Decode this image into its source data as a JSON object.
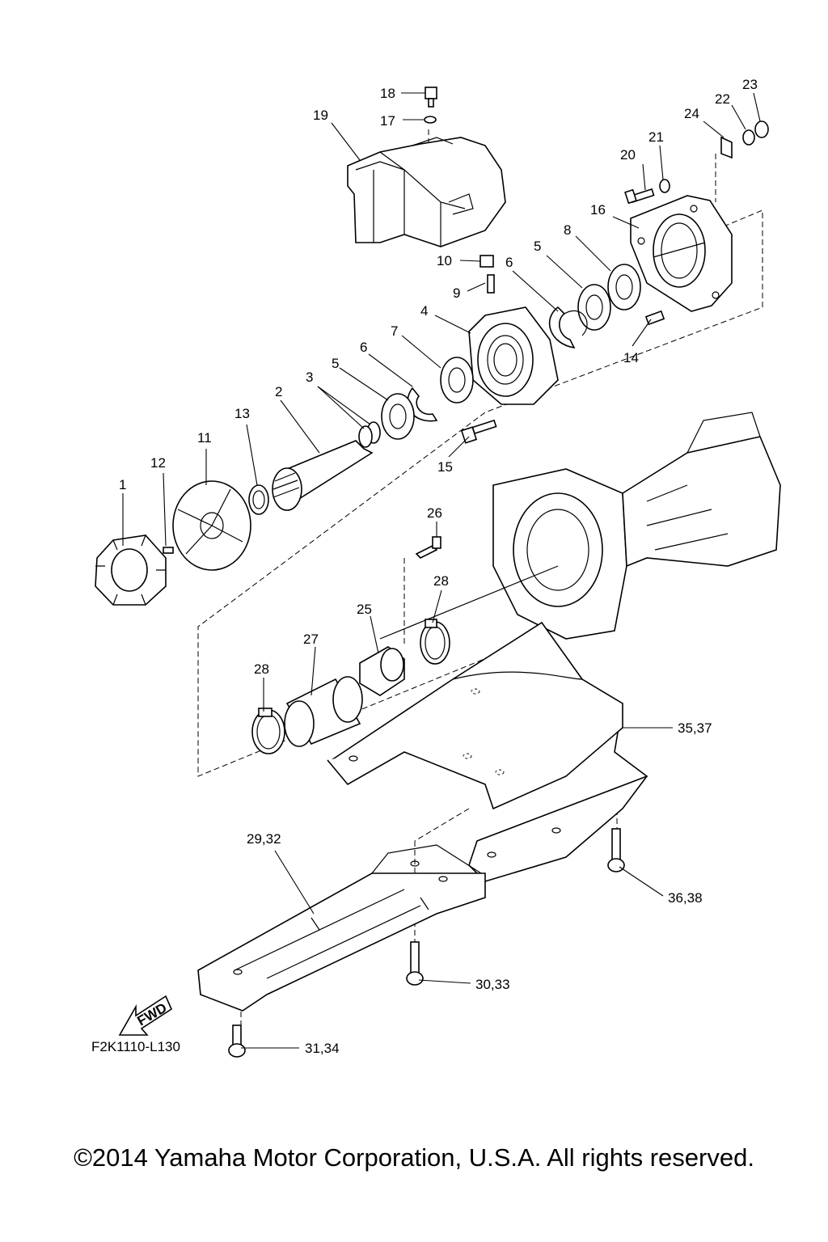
{
  "callouts": [
    {
      "id": "1",
      "text": "1"
    },
    {
      "id": "2",
      "text": "2"
    },
    {
      "id": "3",
      "text": "3"
    },
    {
      "id": "4",
      "text": "4"
    },
    {
      "id": "5a",
      "text": "5"
    },
    {
      "id": "5b",
      "text": "5"
    },
    {
      "id": "6a",
      "text": "6"
    },
    {
      "id": "6b",
      "text": "6"
    },
    {
      "id": "7",
      "text": "7"
    },
    {
      "id": "8",
      "text": "8"
    },
    {
      "id": "9",
      "text": "9"
    },
    {
      "id": "10",
      "text": "10"
    },
    {
      "id": "11",
      "text": "11"
    },
    {
      "id": "12",
      "text": "12"
    },
    {
      "id": "13",
      "text": "13"
    },
    {
      "id": "14",
      "text": "14"
    },
    {
      "id": "15",
      "text": "15"
    },
    {
      "id": "16",
      "text": "16"
    },
    {
      "id": "17",
      "text": "17"
    },
    {
      "id": "18",
      "text": "18"
    },
    {
      "id": "19",
      "text": "19"
    },
    {
      "id": "20",
      "text": "20"
    },
    {
      "id": "21",
      "text": "21"
    },
    {
      "id": "22",
      "text": "22"
    },
    {
      "id": "23",
      "text": "23"
    },
    {
      "id": "24",
      "text": "24"
    },
    {
      "id": "25",
      "text": "25"
    },
    {
      "id": "26",
      "text": "26"
    },
    {
      "id": "27",
      "text": "27"
    },
    {
      "id": "28a",
      "text": "28"
    },
    {
      "id": "28b",
      "text": "28"
    },
    {
      "id": "29_32",
      "text": "29,32"
    },
    {
      "id": "30_33",
      "text": "30,33"
    },
    {
      "id": "31_34",
      "text": "31,34"
    },
    {
      "id": "35_37",
      "text": "35,37"
    },
    {
      "id": "36_38",
      "text": "36,38"
    }
  ],
  "direction_label": "FWD",
  "drawing_code": "F2K1110-L130",
  "copyright": "©2014 Yamaha Motor Corporation, U.S.A. All rights reserved."
}
